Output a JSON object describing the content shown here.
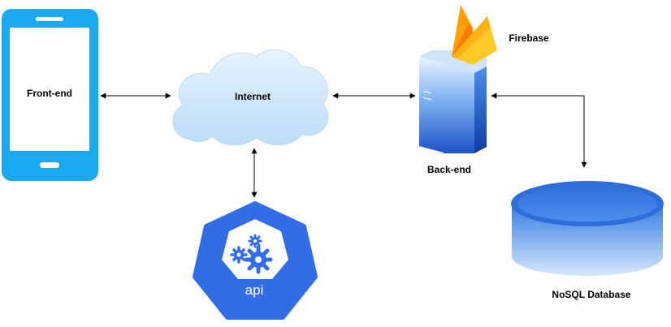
{
  "nodes": {
    "frontend": {
      "label": "Front-end",
      "icon": "smartphone-icon"
    },
    "internet": {
      "label": "Internet",
      "icon": "cloud-icon"
    },
    "api": {
      "label": "api",
      "icon": "gears-heptagon-icon"
    },
    "firebase": {
      "label": "Firebase",
      "icon": "firebase-flame-icon"
    },
    "backend": {
      "label": "Back-end",
      "icon": "server-icon"
    },
    "database": {
      "label": "NoSQL Database",
      "icon": "database-cylinder-icon"
    }
  },
  "edges": [
    {
      "from": "frontend",
      "to": "internet",
      "direction": "both"
    },
    {
      "from": "internet",
      "to": "backend",
      "direction": "both"
    },
    {
      "from": "internet",
      "to": "api",
      "direction": "both"
    },
    {
      "from": "backend",
      "to": "database",
      "direction": "both"
    }
  ],
  "colors": {
    "phone": "#1aa9ef",
    "cloud": "#cfe7fb",
    "api": "#326de6",
    "server_light": "#e8f3fc",
    "server_dark": "#1a55c4",
    "database": "#2f73dd",
    "firebase_yellow": "#ffca28",
    "firebase_orange": "#f57c00"
  }
}
